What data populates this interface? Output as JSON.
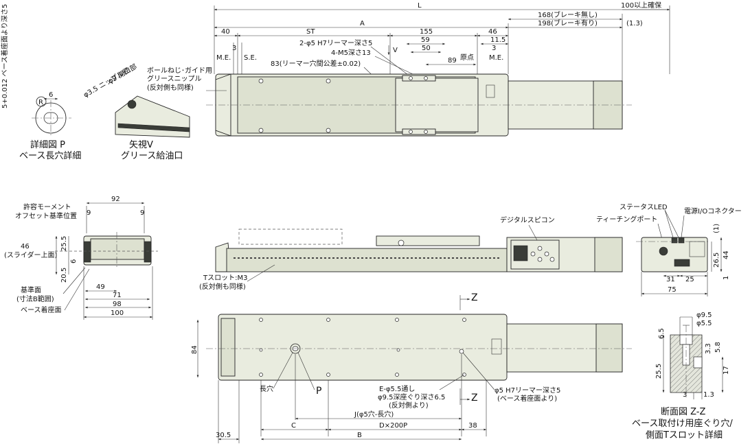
{
  "top_view": {
    "dims": {
      "L": "L",
      "A": "A",
      "d40": "40",
      "ST": "ST",
      "d155": "155",
      "d46": "46",
      "d168": "168(ブレーキ無し)",
      "d198": "198(ブレーキ有り)",
      "d100": "100以上確保",
      "d1_3": "(1.3)",
      "d3_left": "3",
      "ME_left": "M.E.",
      "SE": "S.E.",
      "d59": "59",
      "d50": "50",
      "d89": "89",
      "d11_5": "11.5",
      "d3_right": "3",
      "origin": "原点",
      "ME_right": "M.E."
    },
    "callouts": {
      "reamer": "2-φ5 H7リーマー深さ5",
      "m5": "4-M5深さ13",
      "d83": "83(リーマー穴間公差±0.02)",
      "arrow_v": "V",
      "ball_screw": "ボールねじ･ガイド用",
      "grease_nipple": "グリースニップル",
      "opposite_same": "(反対側も同様)"
    }
  },
  "detail_p": {
    "hole_depth": "5+0.012 ベース着座面より深さ5",
    "d6": "6",
    "r": "R",
    "title": "詳細図 P",
    "subtitle": "ベース長穴詳細"
  },
  "view_v": {
    "opening": "φ9 開口部",
    "nipple_dia": "φ3.5 ニップル径",
    "title": "矢視V",
    "subtitle": "グリース給油口"
  },
  "end_view": {
    "moment_label": "許容モーメント",
    "offset_label": "オフセット基準位置",
    "d92": "92",
    "d9_left": "9",
    "d9_right": "9",
    "d46": "46",
    "slider_top": "(スライダー上面)",
    "d25_5": "25.5",
    "d6": "6",
    "d20_5": "20.5",
    "ref_face": "基準面",
    "ref_range": "(寸法B範囲)",
    "base_seat": "ベース着座面",
    "d49": "49",
    "d71": "71",
    "d98": "98",
    "d100": "100"
  },
  "side_view": {
    "digital": "デジタルスピコン",
    "tslot": "Tスロット:M3",
    "tslot_note": "(反対側も同様)"
  },
  "right_end_view": {
    "status_led": "ステータスLED",
    "power_io": "電源I/Oコネクター",
    "teaching_port": "ティーチングポート",
    "d1": "(1)",
    "d44": "44",
    "d26_5": "26.5",
    "d1b": "1",
    "d31": "31",
    "d25": "25",
    "d75": "75"
  },
  "bottom_view": {
    "z": "Z",
    "d84": "84",
    "slot": "長穴",
    "p": "P",
    "e_holes": "E-φ5.5通し",
    "counterbore": "φ9.5深座ぐり深さ6.5",
    "counterbore_note": "(反対側より)",
    "h7": "φ5 H7リーマー深さ5",
    "h7_note": "(ベース着座面より)",
    "j": "J(φ5穴-長穴)",
    "c": "C",
    "dx200": "D×200P",
    "d38": "38",
    "d30_5": "30.5",
    "b": "B"
  },
  "section_zz": {
    "d9_5": "φ9.5",
    "d5_5": "φ5.5",
    "d6_5": "6.5",
    "d3_3": "3.3",
    "d5_8": "5.8",
    "d25_5": "25.5",
    "d17": "17",
    "d3": "3",
    "d1_3": "1.3",
    "title": "断面図 Z-Z",
    "subtitle1": "ベース取付け用座ぐり穴/",
    "subtitle2": "側面Tスロット詳細"
  }
}
